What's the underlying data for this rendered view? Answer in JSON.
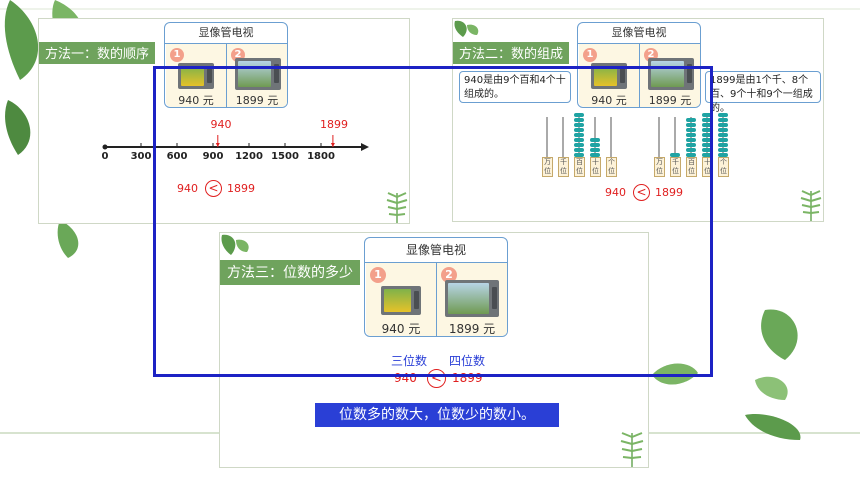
{
  "tv_title": "显像管电视",
  "item1": {
    "badge": "1",
    "price": "940 元"
  },
  "item2": {
    "badge": "2",
    "price": "1899 元"
  },
  "method1": {
    "tag": "方法一：数的顺序",
    "ticks": [
      "0",
      "300",
      "600",
      "900",
      "1200",
      "1500",
      "1800"
    ],
    "mark940": "940",
    "mark1899": "1899",
    "cmp_left": "940",
    "cmp_sign": "<",
    "cmp_right": "1899"
  },
  "method2": {
    "tag": "方法二：数的组成",
    "bubble_left": "940是由9个百和4个十组成的。",
    "bubble_right": "1899是由1个千、8个百、9个十和9个一组成的。",
    "places": [
      "万位",
      "千位",
      "百位",
      "十位",
      "个位"
    ],
    "cmp_left": "940",
    "cmp_sign": "<",
    "cmp_right": "1899"
  },
  "method3": {
    "tag": "方法三：位数的多少",
    "label_three": "三位数",
    "label_four": "四位数",
    "cmp_left": "940",
    "cmp_sign": "<",
    "cmp_right": "1899",
    "conclusion": "位数多的数大，位数少的数小。"
  },
  "colors": {
    "tag_green": "#6fa35d",
    "accent_red": "#e02020",
    "box_blue": "#6b9fd1",
    "highlight_rect": "#1c22c4",
    "conclusion_bg": "#2a3fd6"
  }
}
